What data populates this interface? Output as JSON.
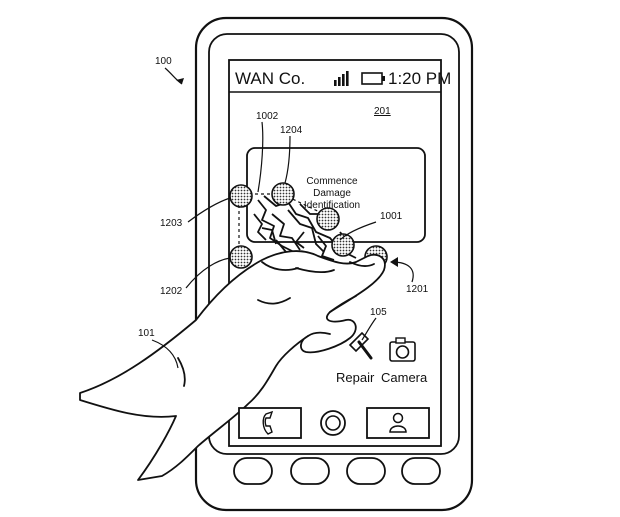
{
  "figure": {
    "ref_device": "100",
    "ref_screen": "201",
    "ref_hand": "101",
    "ref_app_icon": "105",
    "ref_point_a": "1001",
    "ref_point_b": "1002",
    "ref_finger": "1201",
    "ref_marker_left_low": "1202",
    "ref_marker_left_high": "1203",
    "ref_marker_top": "1204"
  },
  "status_bar": {
    "carrier": "WAN Co.",
    "time": "1:20 PM"
  },
  "dialog": {
    "line1": "Commence",
    "line2": "Damage",
    "line3": "Identification"
  },
  "apps": {
    "repair_label": "Repair",
    "camera_label": "Camera"
  },
  "icons": [
    "signal-icon",
    "battery-icon",
    "hammer-icon",
    "camera-icon",
    "phone-icon",
    "home-button-icon",
    "contact-icon"
  ]
}
